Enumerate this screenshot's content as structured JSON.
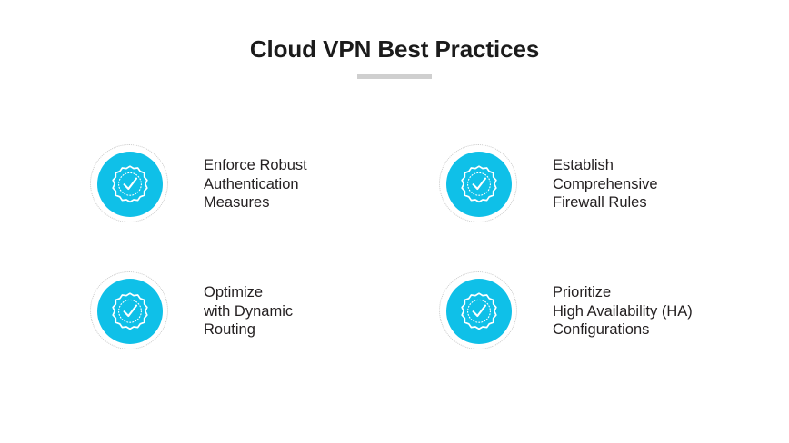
{
  "slide": {
    "title": "Cloud VPN Best Practices",
    "background_color": "#FFFFFF",
    "title_color": "#1B1B1B",
    "divider_color": "#CFCFCF",
    "accent_color": "#0FC0E8",
    "text_color": "#231F20",
    "ring_color": "#C9C9C9"
  },
  "items": [
    {
      "icon": "verified-badge-check-icon",
      "lines": [
        "Enforce Robust",
        "Authentication",
        "Measures"
      ],
      "text": "Enforce Robust Authentication Measures"
    },
    {
      "icon": "verified-badge-check-icon",
      "lines": [
        "Establish",
        "Comprehensive",
        "Firewall Rules"
      ],
      "text": "Establish Comprehensive Firewall Rules"
    },
    {
      "icon": "verified-badge-check-icon",
      "lines": [
        "Optimize",
        "with Dynamic",
        "Routing"
      ],
      "text": "Optimize with Dynamic Routing"
    },
    {
      "icon": "verified-badge-check-icon",
      "lines": [
        "Prioritize",
        "High Availability (HA)",
        "Configurations"
      ],
      "text": "Prioritize High Availability (HA) Configurations"
    }
  ]
}
